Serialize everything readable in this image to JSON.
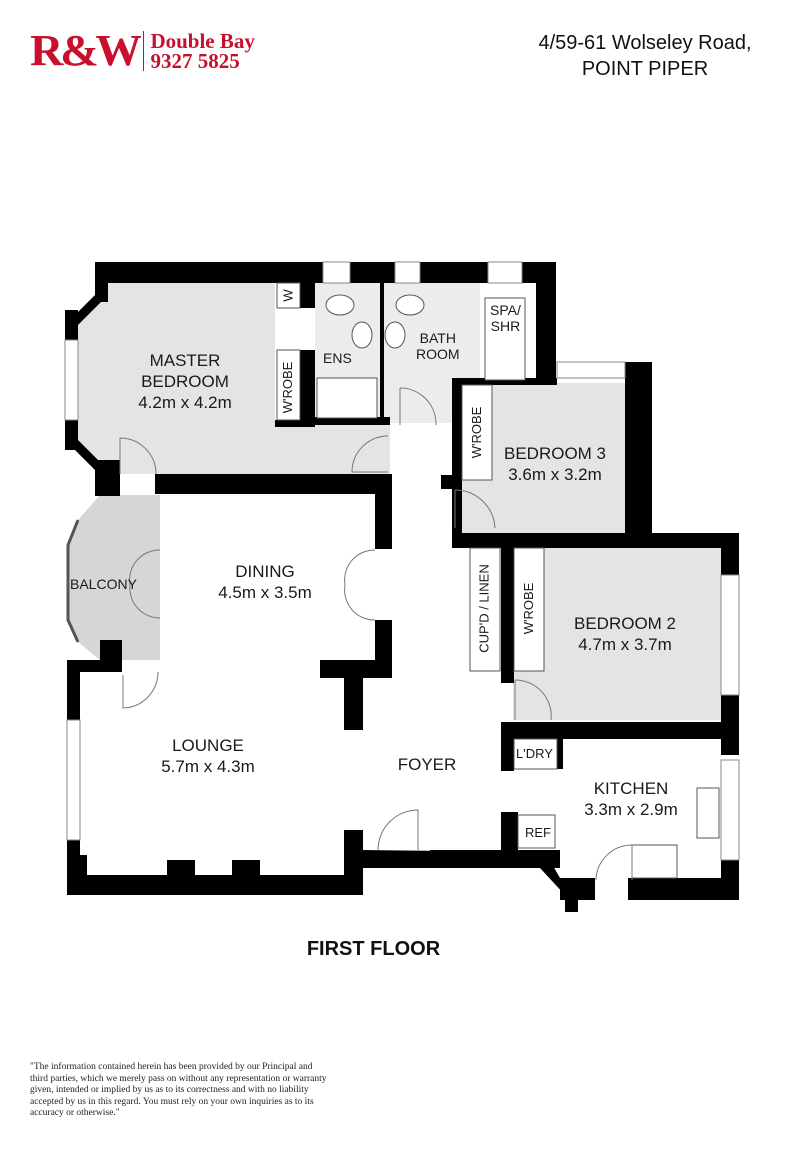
{
  "header": {
    "logo": {
      "brand": "R&W",
      "office": "Double Bay",
      "phone": "9327 5825",
      "brand_color": "#c8102e"
    },
    "address": {
      "line1": "4/59-61 Wolseley Road,",
      "line2": "POINT PIPER"
    }
  },
  "floorplan": {
    "title": "FIRST FLOOR",
    "rooms": [
      {
        "name": "MASTER BEDROOM",
        "line1": "MASTER",
        "line2": "BEDROOM",
        "dims": "4.2m x 4.2m"
      },
      {
        "name": "BEDROOM 3",
        "dims": "3.6m x 3.2m"
      },
      {
        "name": "BEDROOM 2",
        "dims": "4.7m x 3.7m"
      },
      {
        "name": "DINING",
        "dims": "4.5m x 3.5m"
      },
      {
        "name": "LOUNGE",
        "dims": "5.7m x 4.3m"
      },
      {
        "name": "KITCHEN",
        "dims": "3.3m x 2.9m"
      },
      {
        "name": "FOYER"
      },
      {
        "name": "BALCONY"
      }
    ],
    "fixtures": {
      "wardrobe_small": "W",
      "wardrobe": "W'ROBE",
      "ensuite": "ENS",
      "bathroom_line1": "BATH",
      "bathroom_line2": "ROOM",
      "spa_line1": "SPA/",
      "spa_line2": "SHR",
      "linen": "CUP'D / LINEN",
      "laundry": "L'DRY",
      "fridge": "REF"
    },
    "colors": {
      "wall": "#000000",
      "bedroom_fill": "#e4e4e4",
      "wet_fill": "#ececec",
      "balcony_fill": "#d6d6d6",
      "living_fill": "#ffffff"
    }
  },
  "disclaimer": "\"The information contained herein has been provided by our Principal and third parties, which we merely pass on without any representation or warranty given, intended or implied by us as to its correctness and with no liability accepted by us in this regard. You must rely on your own inquiries as to its accuracy or otherwise.\""
}
